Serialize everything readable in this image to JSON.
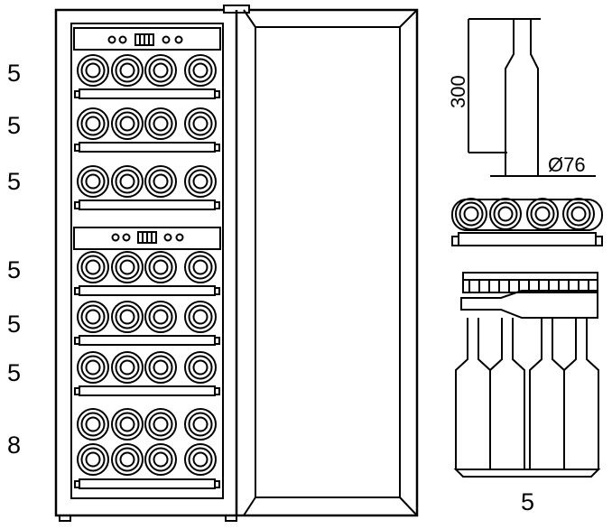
{
  "shelf_labels": [
    "5",
    "5",
    "5",
    "5",
    "5",
    "5",
    "8"
  ],
  "bottle_height_label": "300",
  "bottle_diameter_label": "Ø76",
  "side_view_count_label": "5",
  "colors": {
    "line": "#000000",
    "background": "#ffffff"
  }
}
